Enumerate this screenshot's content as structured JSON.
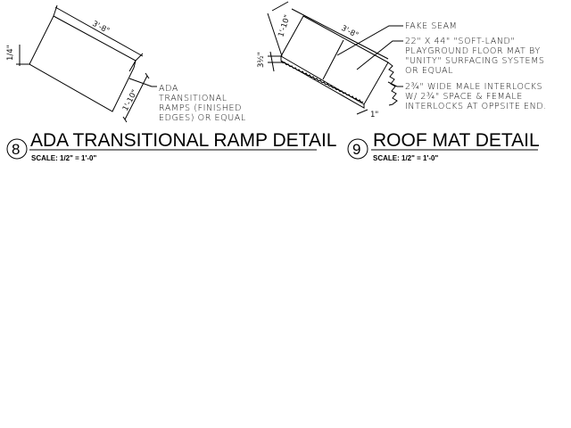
{
  "details": [
    {
      "number": "8",
      "title": "ADA TRANSITIONAL RAMP DETAIL",
      "scale": "SCALE: 1/2\" = 1'-0\"",
      "dimensions": {
        "length": "3'-8\"",
        "width": "1'-10\"",
        "height": "1/4\""
      },
      "note_lines": [
        "ADA",
        "TRANSITIONAL",
        "RAMPS (FINISHED",
        "EDGES) OR EQUAL"
      ]
    },
    {
      "number": "9",
      "title": "ROOF MAT DETAIL",
      "scale": "SCALE: 1/2\" = 1'-0\"",
      "dimensions": {
        "length": "3'-8\"",
        "width": "1'-10\"",
        "height": "3½\"",
        "interlock": "1\""
      },
      "note1": "FAKE SEAM",
      "note2_lines": [
        "22\" X 44\" \"SOFT-LAND\"",
        "PLAYGROUND FLOOR MAT BY",
        "\"UNITY\" SURFACING SYSTEMS",
        "OR EQUAL"
      ],
      "note3_lines": [
        "2¾\" WIDE MALE INTERLOCKS",
        "W/ 2¾\" SPACE & FEMALE",
        "INTERLOCKS AT OPPSITE END."
      ]
    }
  ]
}
